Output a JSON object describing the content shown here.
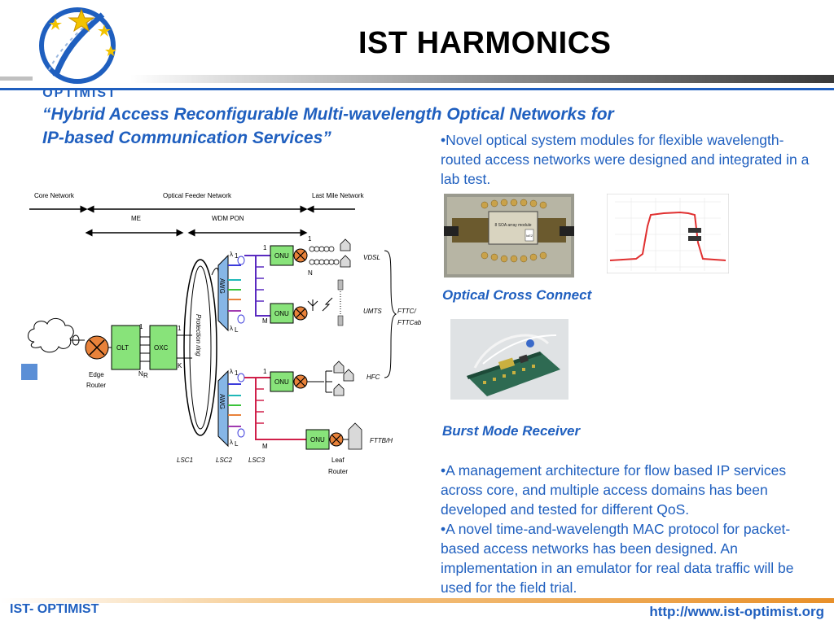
{
  "header": {
    "title": "IST HARMONICS",
    "logo_text": "OPTIMIST"
  },
  "subtitle": {
    "line1": "“Hybrid Access Reconfigurable Multi-wavelength Optical Networks for",
    "line2": "IP-based Communication Services”"
  },
  "intro_text": "•Novel optical system modules for flexible wavelength-routed access networks were designed and integrated in a lab test.",
  "captions": {
    "optical_cross_connect": "Optical Cross Connect",
    "burst_mode_receiver": "Burst Mode Receiver"
  },
  "photo_labels": {
    "module_label": "8 SOA array module",
    "module_tag": "IoE2"
  },
  "management_text": {
    "bullet1": "•A management architecture for flow based IP services across core, and multiple access domains has been developed and tested for different QoS.",
    "bullet2": "•A novel time-and-wavelength MAC protocol for packet-based access networks has been designed. An implementation in an emulator for real data traffic will be used for the field trial."
  },
  "diagram": {
    "core_network": "Core Network",
    "optical_feeder_network": "Optical Feeder Network",
    "last_mile_network": "Last Mile Network",
    "me": "ME",
    "wdm_pon": "WDM PON",
    "olt": "OLT",
    "oxc": "OXC",
    "onu": "ONU",
    "awg": "AWG",
    "protection_ring": "Protection ring",
    "edge_router_1": "Edge",
    "edge_router_2": "Router",
    "leaf_router_1": "Leaf",
    "leaf_router_2": "Router",
    "one": "1",
    "n": "N",
    "m": "M",
    "k": "K",
    "nr": "N",
    "nr_sub": "R",
    "lambda": "λ",
    "sub_1": "1",
    "sub_l": "L",
    "vdsl": "VDSL",
    "umts": "UMTS",
    "hfc": "HFC",
    "fttb": "FTTB/H",
    "fttc_1": "FTTC/",
    "fttc_2": "FTTCab",
    "lsc1": "LSC1",
    "lsc2": "LSC2",
    "lsc3": "LSC3"
  },
  "colors": {
    "blue": "#1f5fbf",
    "onu_green": "#88e37a",
    "router_orange": "#e8823a",
    "awg_blue": "#86b6e6",
    "orange_bar": "#e8902a"
  },
  "footer": {
    "left": "IST- OPTIMIST",
    "right": "http://www.ist-optimist.org"
  }
}
